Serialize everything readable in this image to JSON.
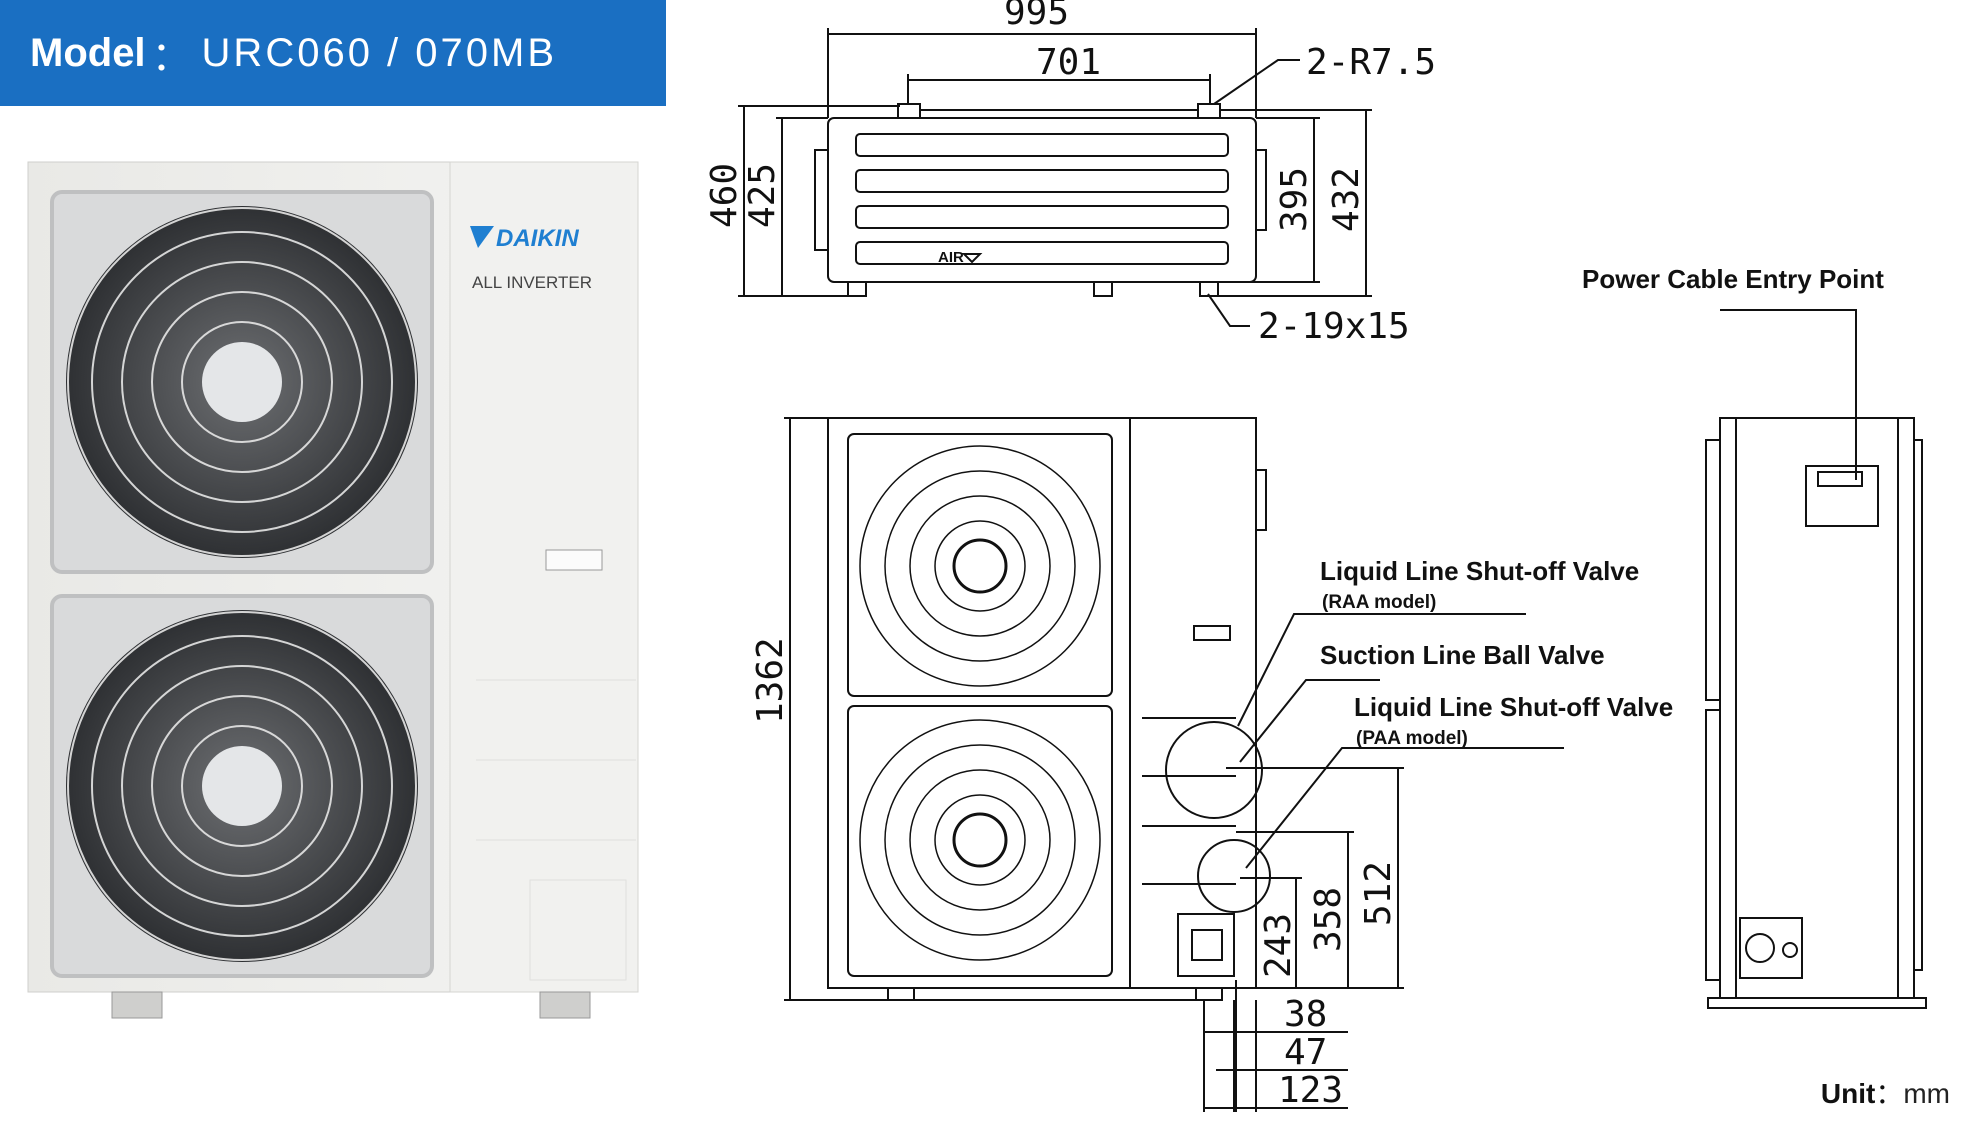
{
  "header": {
    "model_label": "Model",
    "model_colon": "：",
    "model_value": "URC060 / 070MB"
  },
  "photo": {
    "brand": "DAIKIN",
    "subbrand": "ALL INVERTER"
  },
  "top_view": {
    "width_overall": "995",
    "width_inner": "701",
    "radius_note": "2-R7.5",
    "depth_460": "460",
    "depth_425": "425",
    "depth_395": "395",
    "depth_432": "432",
    "slot_note": "2-19x15",
    "air_label": "AIR"
  },
  "front_view": {
    "height": "1362",
    "dim_512": "512",
    "dim_358": "358",
    "dim_243": "243",
    "dim_38": "38",
    "dim_47": "47",
    "dim_123": "123"
  },
  "callouts": {
    "power_cable": "Power Cable Entry Point",
    "liquid_raa": "Liquid Line Shut-off Valve",
    "liquid_raa_sub": "(RAA model)",
    "suction": "Suction Line Ball Valve",
    "liquid_paa": "Liquid Line Shut-off Valve",
    "liquid_paa_sub": "(PAA model)"
  },
  "unit": {
    "label": "Unit",
    "colon": "：",
    "value": "mm"
  },
  "colors": {
    "banner": "#1a6fc2",
    "daikin_blue": "#1f7fd1",
    "line": "#111111"
  }
}
